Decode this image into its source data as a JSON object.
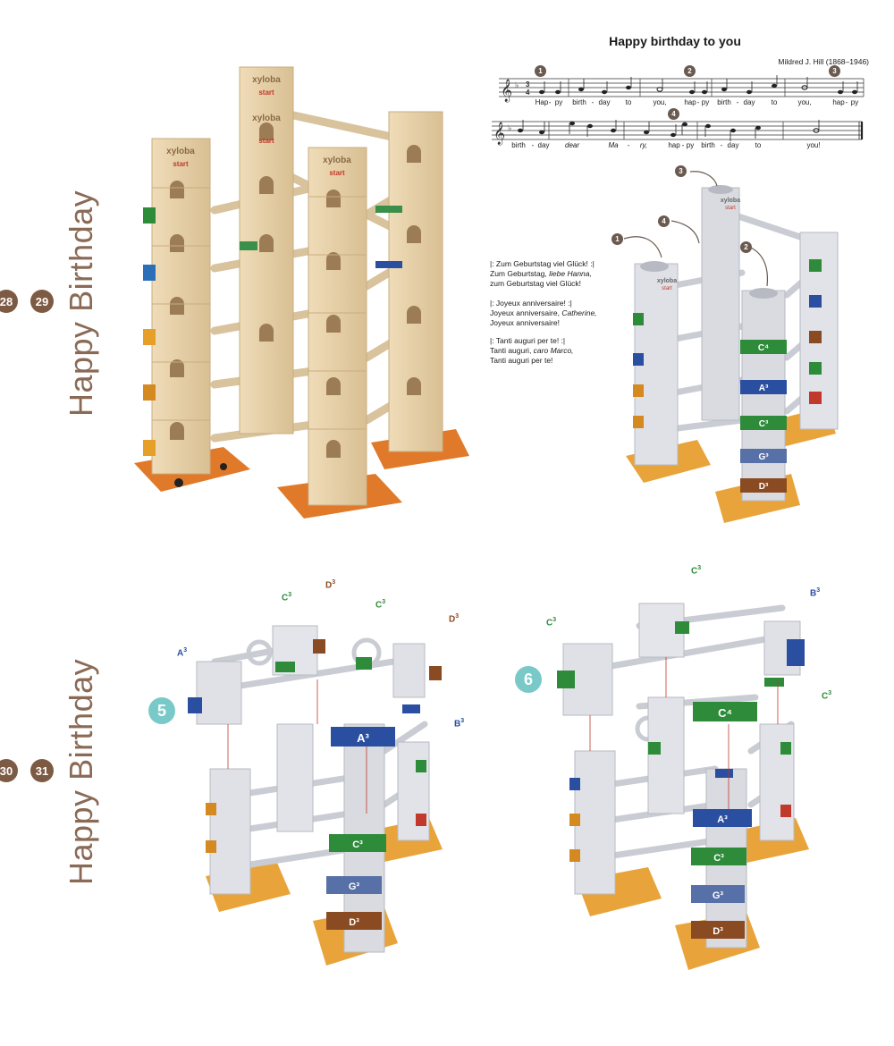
{
  "side_titles": [
    {
      "text": "Happy Birthday",
      "pages": [
        "28",
        "29"
      ]
    },
    {
      "text": "Happy Birthday",
      "pages": [
        "30",
        "31"
      ]
    }
  ],
  "song": {
    "title": "Happy birthday to you",
    "composer": "Mildred J. Hill (1868–1946)",
    "line1_lyrics": [
      "Hap",
      "-",
      "py",
      "birth",
      "-",
      "day",
      "to",
      "you,",
      "hap",
      "-",
      "py",
      "birth",
      "-",
      "day",
      "to",
      "you,",
      "hap",
      "-",
      "py"
    ],
    "line2_lyrics": [
      "birth",
      "-",
      "day",
      "dear",
      "Ma",
      "-",
      "ry,",
      "hap",
      "-",
      "py",
      "birth",
      "-",
      "day",
      "to",
      "you!"
    ],
    "markers": [
      "1",
      "2",
      "3",
      "4"
    ]
  },
  "verses": [
    {
      "l1": "|: Zum Geburtstag viel Glück! :|",
      "l2a": "Zum Geburtstag, ",
      "l2b": "liebe Hanna,",
      "l3": "zum Geburtstag viel Glück!"
    },
    {
      "l1": "|: Joyeux anniversaire! :|",
      "l2a": "Joyeux anniversaire, ",
      "l2b": "Catherine,",
      "l3": "Joyeux anniversaire!"
    },
    {
      "l1": "|: Tanti auguri per te! :|",
      "l2a": "Tanti auguri, ",
      "l2b": "caro Marco,",
      "l3": "Tanti auguri per te!"
    }
  ],
  "photo": {
    "brand": "xyloba",
    "start": "start"
  },
  "diagram_top": {
    "markers": [
      "1",
      "2",
      "3",
      "4"
    ],
    "brand": "xyloba",
    "start": "start",
    "notes": [
      "C⁴",
      "A³",
      "C³",
      "G³",
      "D³"
    ]
  },
  "step5": {
    "badge": "5",
    "labels": {
      "a3": "A",
      "c3a": "C",
      "d3a": "D",
      "c3b": "C",
      "d3b": "D",
      "b3": "B",
      "sup": "3"
    },
    "bar_notes": [
      "A³",
      "C³",
      "G³",
      "D³"
    ]
  },
  "step6": {
    "badge": "6",
    "labels": {
      "c3a": "C",
      "c3b": "C",
      "b3": "B",
      "c3c": "C",
      "sup": "3"
    },
    "bar_notes": [
      "C⁴",
      "A³",
      "C³",
      "G³",
      "D³"
    ]
  },
  "colors": {
    "title_brown": "#8a6a55",
    "badge_brown": "#7d5a43",
    "step_teal": "#7ac9c9",
    "wood": "#e8d4b0",
    "base_orange": "#e07a2a",
    "diagram_grey": "#d9dbe0",
    "note_green": "#2e8b3a",
    "note_blue": "#2a4fa0",
    "note_brown": "#8a4a22"
  }
}
